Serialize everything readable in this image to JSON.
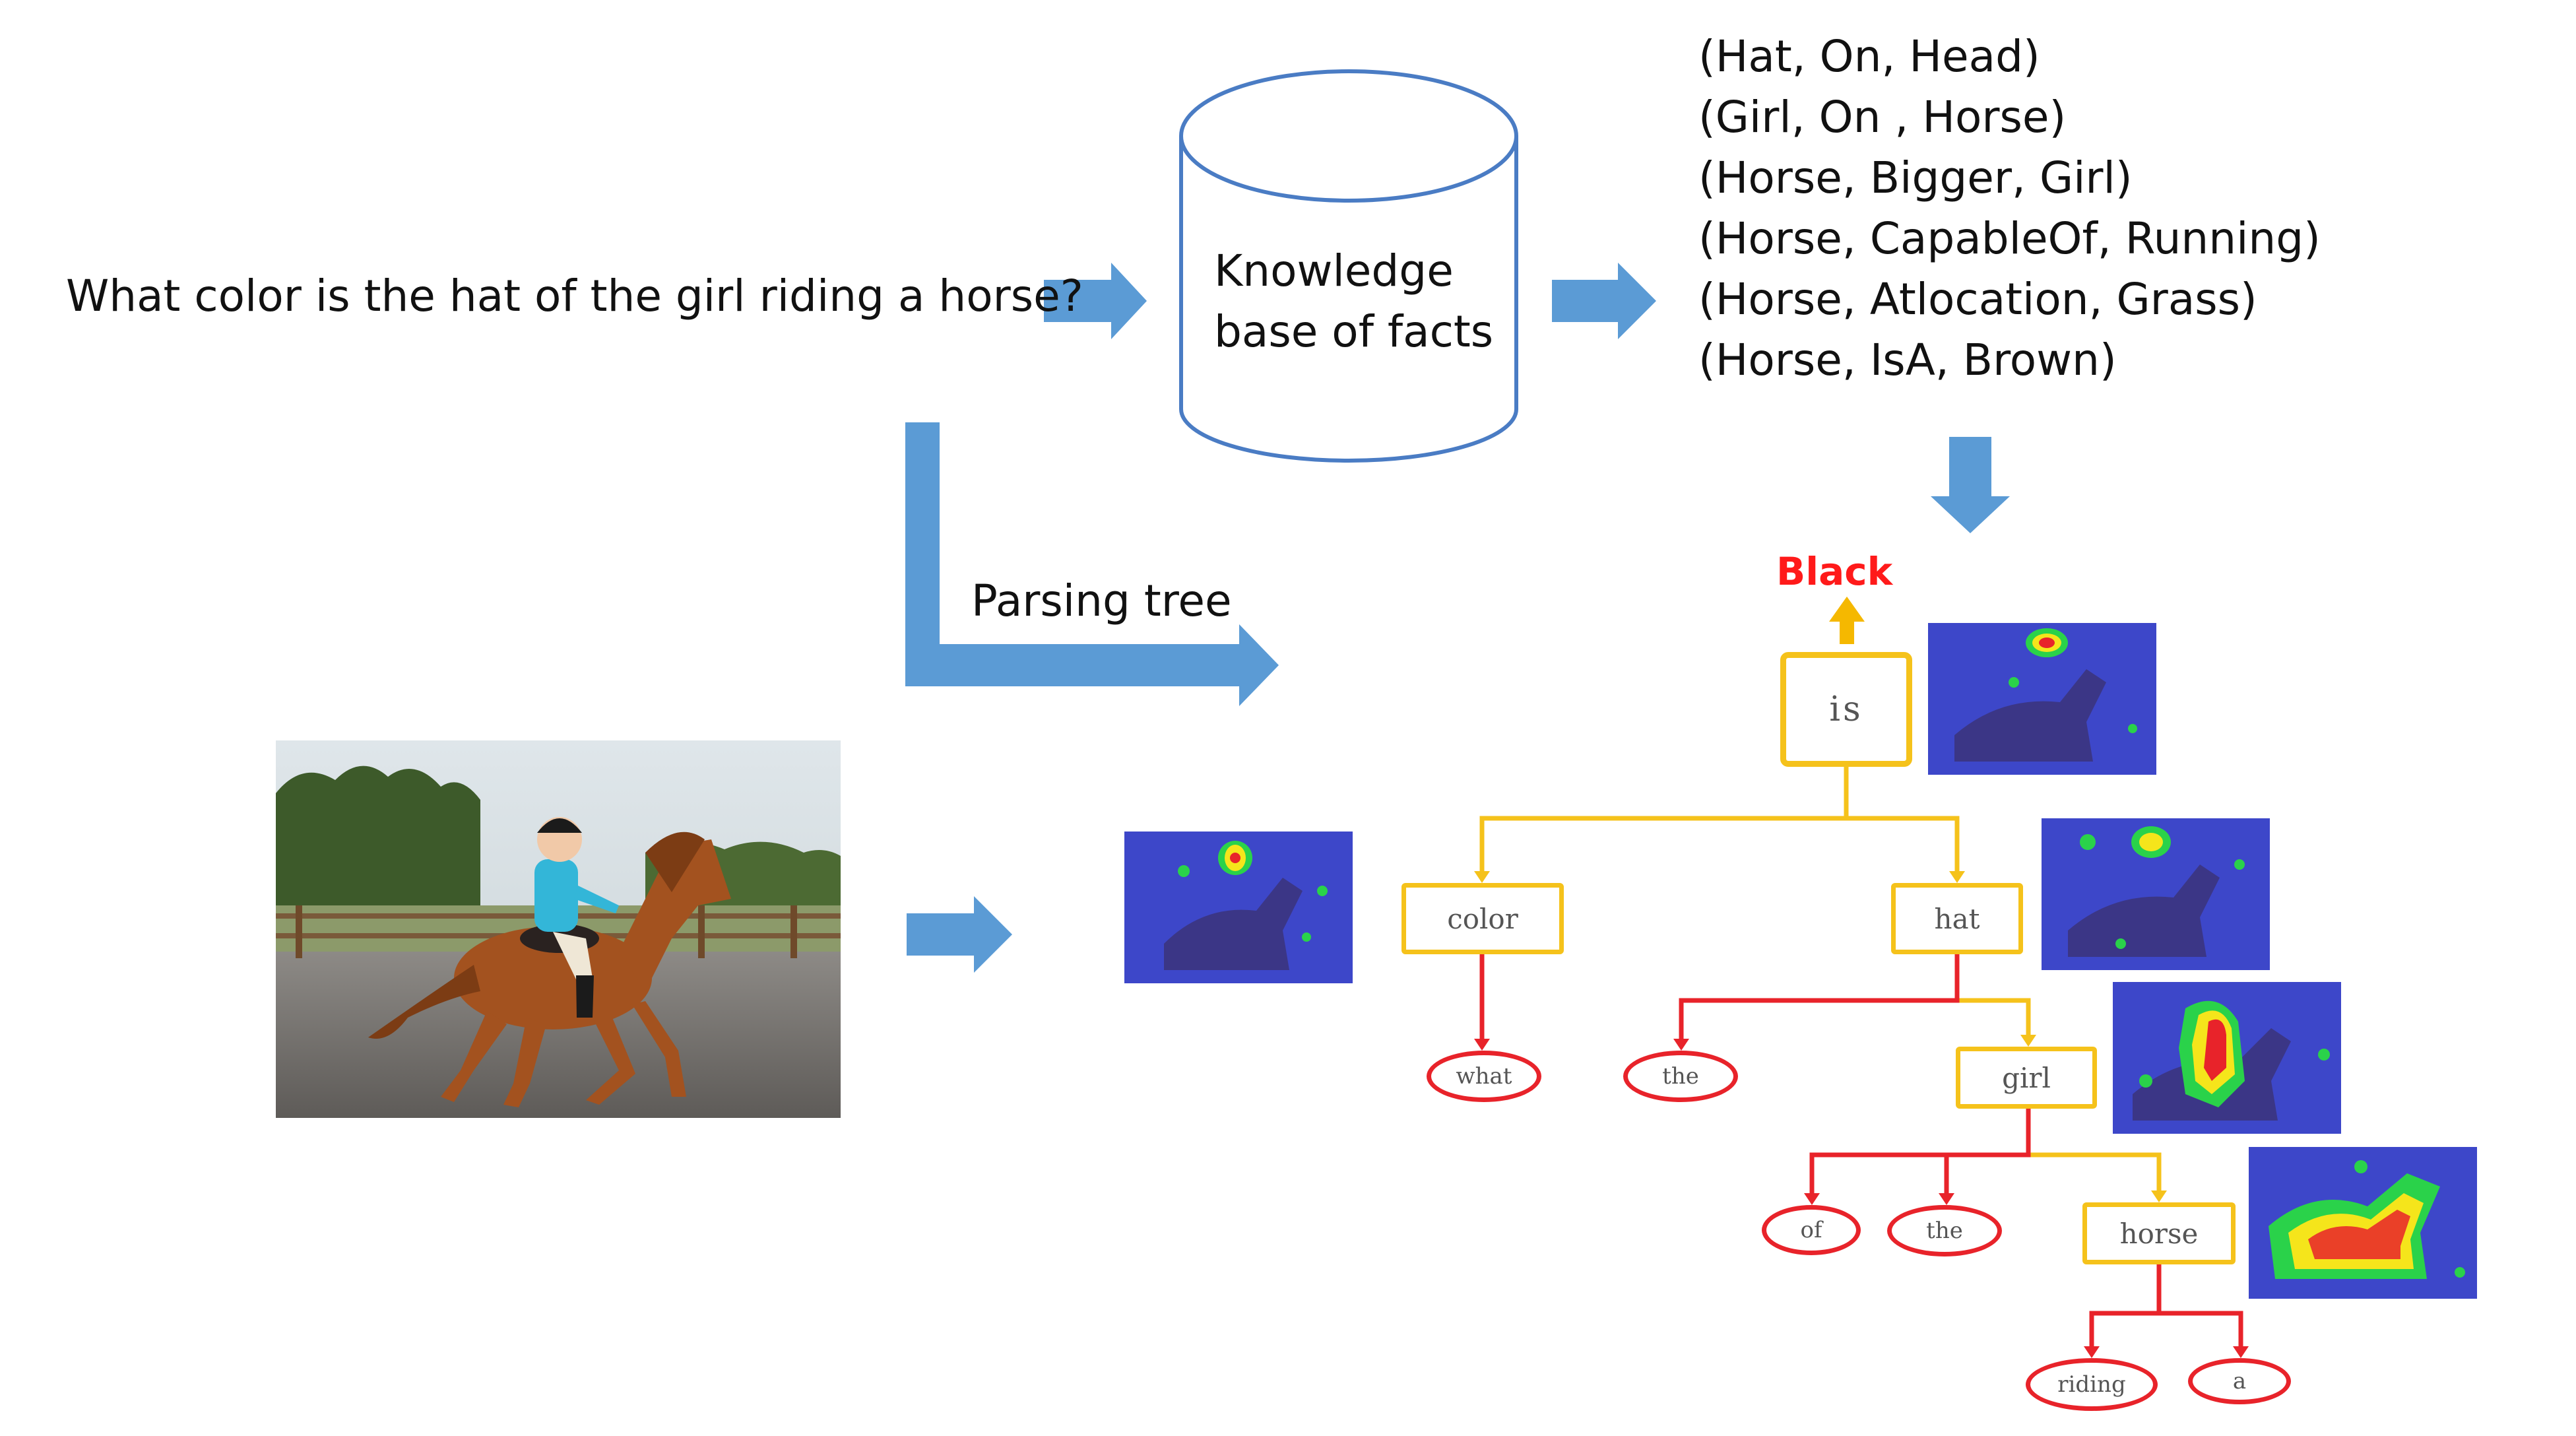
{
  "question": "What color is the hat of the girl riding a horse?",
  "knowledge_base": {
    "line1": "Knowledge",
    "line2": "base of facts"
  },
  "facts": [
    "(Hat, On,  Head)",
    "(Girl, On , Horse)",
    "(Horse, Bigger, Girl)",
    "(Horse, CapableOf, Running)",
    "(Horse, Atlocation, Grass)",
    "(Horse, IsA, Brown)"
  ],
  "parsing_tree_label": "Parsing tree",
  "answer": "Black",
  "tree_nodes": {
    "is": "is",
    "color": "color",
    "hat": "hat",
    "what": "what",
    "the1": "the",
    "girl": "girl",
    "of": "of",
    "the2": "the",
    "horse": "horse",
    "riding": "riding",
    "a": "a"
  },
  "colors": {
    "arrow_blue": "#5b9bd5",
    "rect_node": "#f5c21b",
    "oval_node": "#e8232a",
    "answer_text": "#ff1a1a",
    "answer_arrow": "#f5b800",
    "cylinder_stroke": "#4a7cc4",
    "heatmap_base": "#3a44c8"
  }
}
